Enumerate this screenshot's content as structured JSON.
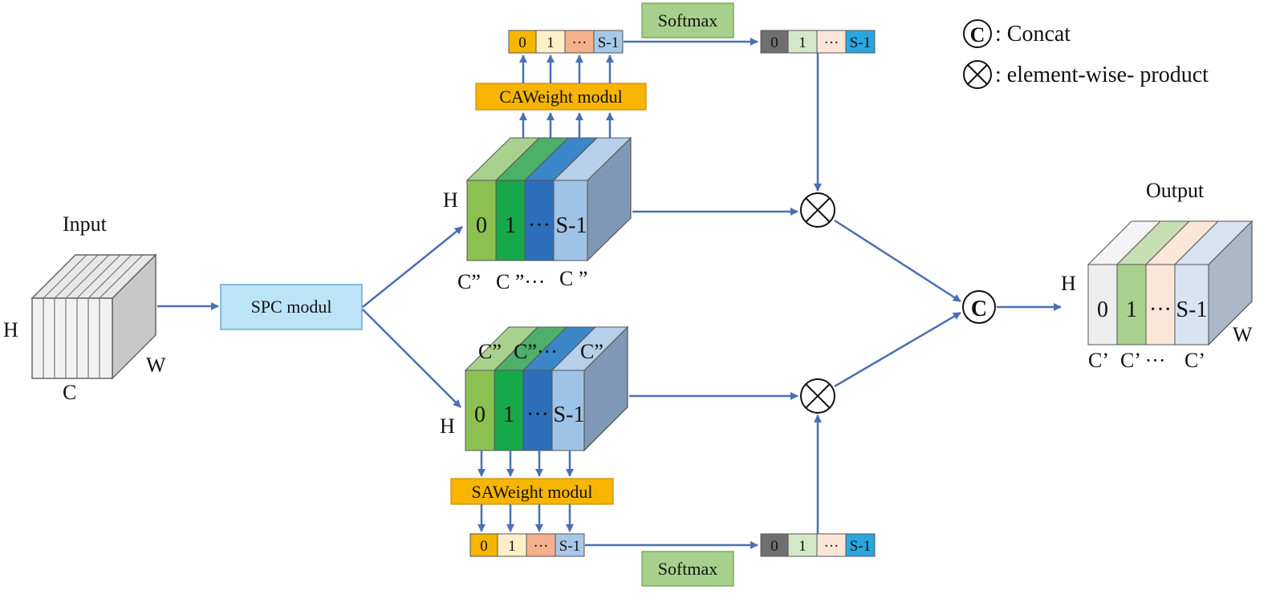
{
  "input": {
    "title": "Input",
    "h": "H",
    "c": "C",
    "w": "W"
  },
  "spc": {
    "label": "SPC modul"
  },
  "ca_branch": {
    "module": "CAWeight modul",
    "weights": [
      "0",
      "1",
      "···",
      "S-1"
    ],
    "softmax": "Softmax",
    "softmax_out": [
      "0",
      "1",
      "···",
      "S-1"
    ],
    "block": {
      "h": "H",
      "slices": [
        "0",
        "1",
        "···",
        "S-1"
      ],
      "bottom": [
        "C”",
        "C ”···",
        "C ”"
      ]
    }
  },
  "sa_branch": {
    "module": "SAWeight modul",
    "weights": [
      "0",
      "1",
      "···",
      "S-1"
    ],
    "softmax": "Softmax",
    "softmax_out": [
      "0",
      "1",
      "···",
      "S-1"
    ],
    "block": {
      "h": "H",
      "slices": [
        "0",
        "1",
        "···",
        "S-1"
      ],
      "top": [
        "C”",
        "C”···",
        "C”"
      ]
    }
  },
  "output": {
    "title": "Output",
    "h": "H",
    "w": "W",
    "slices": [
      "0",
      "1",
      "···",
      "S-1"
    ],
    "bottom": [
      "C’",
      "C’ ···",
      "C’"
    ]
  },
  "legend": {
    "concat_symbol": "C",
    "concat_text": ": Concat",
    "product_text": ": element-wise- product"
  },
  "colors": {
    "arrow": "#4a6fb5",
    "orange": "#f7b500",
    "cream": "#fdf0c8",
    "salmon": "#f4b08c",
    "lightblue_cell": "#a9c8e8",
    "softmax_green": "#a8d08d",
    "spc_blue": "#bde3f7",
    "dark_gray": "#6f6f6f",
    "pale_green": "#d3e8c8",
    "pale_peach": "#fbe6d8",
    "cyan": "#29a6e0",
    "slice_green": "#8cc152",
    "slice_darkgreen": "#17a84a",
    "slice_blue": "#2b6fba",
    "slice_pale": "#9fc3e6",
    "side_gray": "#7f98b5"
  }
}
